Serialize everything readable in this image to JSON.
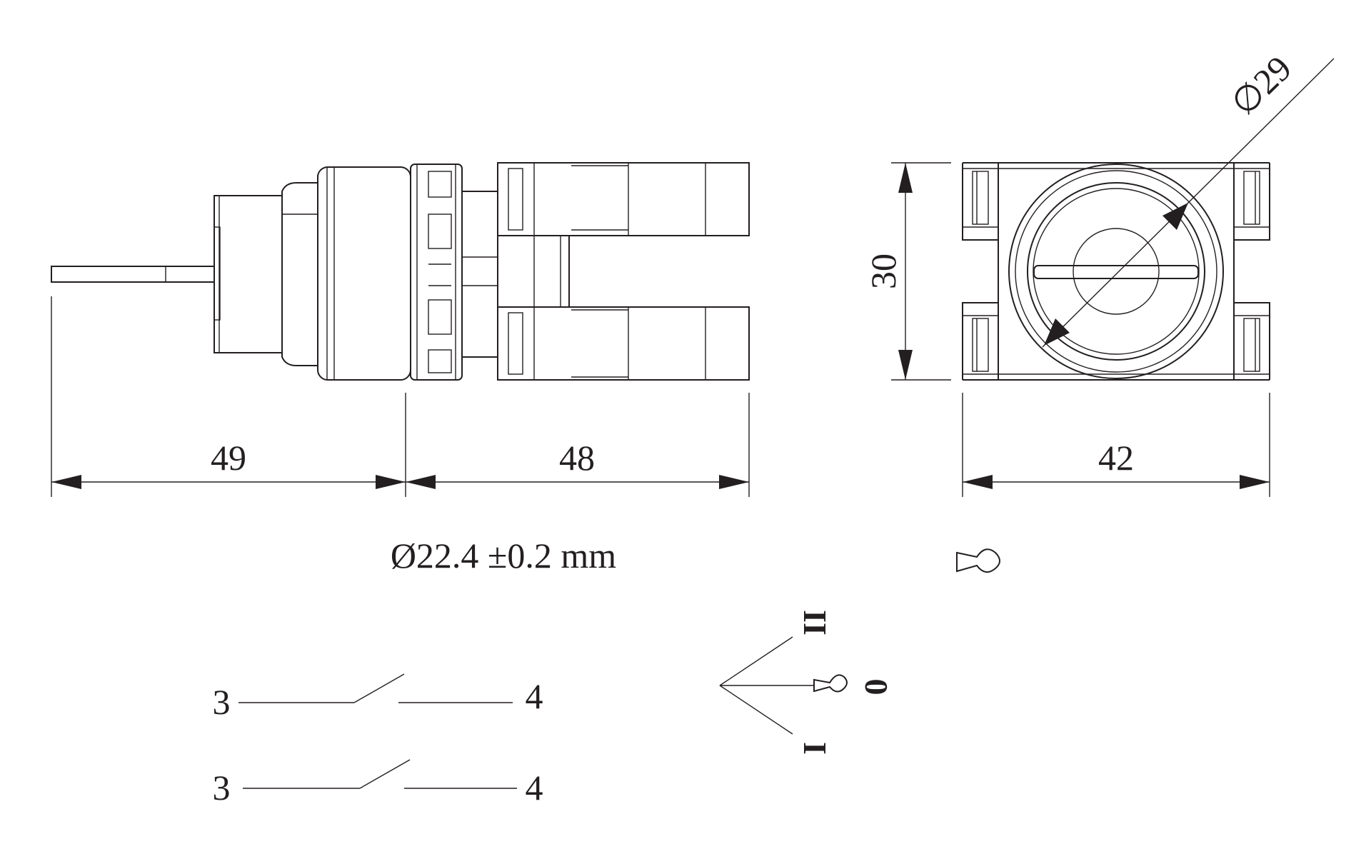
{
  "dimensions": {
    "length_knob": "49",
    "length_body": "48",
    "width": "42",
    "height": "30",
    "diameter": "∅29"
  },
  "mounting_hole": "Ø22.4 ±0.2 mm",
  "positions": {
    "left": "I",
    "center": "0",
    "right": "II"
  },
  "contacts": [
    {
      "from": "3",
      "to": "4"
    },
    {
      "from": "3",
      "to": "4"
    }
  ]
}
